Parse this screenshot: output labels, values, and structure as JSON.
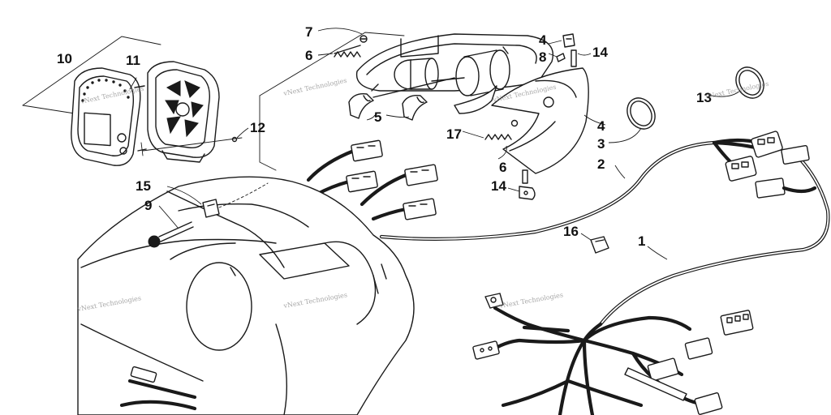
{
  "callouts": [
    {
      "id": "c7a",
      "text": "7"
    },
    {
      "id": "c6a",
      "text": "6"
    },
    {
      "id": "c4a",
      "text": "4"
    },
    {
      "id": "c8",
      "text": "8"
    },
    {
      "id": "c14a",
      "text": "14"
    },
    {
      "id": "c10",
      "text": "10"
    },
    {
      "id": "c11",
      "text": "11"
    },
    {
      "id": "c13",
      "text": "13"
    },
    {
      "id": "c5",
      "text": "5"
    },
    {
      "id": "c12",
      "text": "12"
    },
    {
      "id": "c17",
      "text": "17"
    },
    {
      "id": "c4b",
      "text": "4"
    },
    {
      "id": "c3",
      "text": "3"
    },
    {
      "id": "c2",
      "text": "2"
    },
    {
      "id": "c6b",
      "text": "6"
    },
    {
      "id": "c15",
      "text": "15"
    },
    {
      "id": "c14b",
      "text": "14"
    },
    {
      "id": "c9",
      "text": "9"
    },
    {
      "id": "c16",
      "text": "16"
    },
    {
      "id": "c1",
      "text": "1"
    }
  ],
  "watermarks": [
    "vNext Technologies",
    "vNext Technologies",
    "vNext Technologies",
    "vNext Technologies",
    "vNext Technologies",
    "vNext Technologies",
    "vNext Technologies"
  ]
}
